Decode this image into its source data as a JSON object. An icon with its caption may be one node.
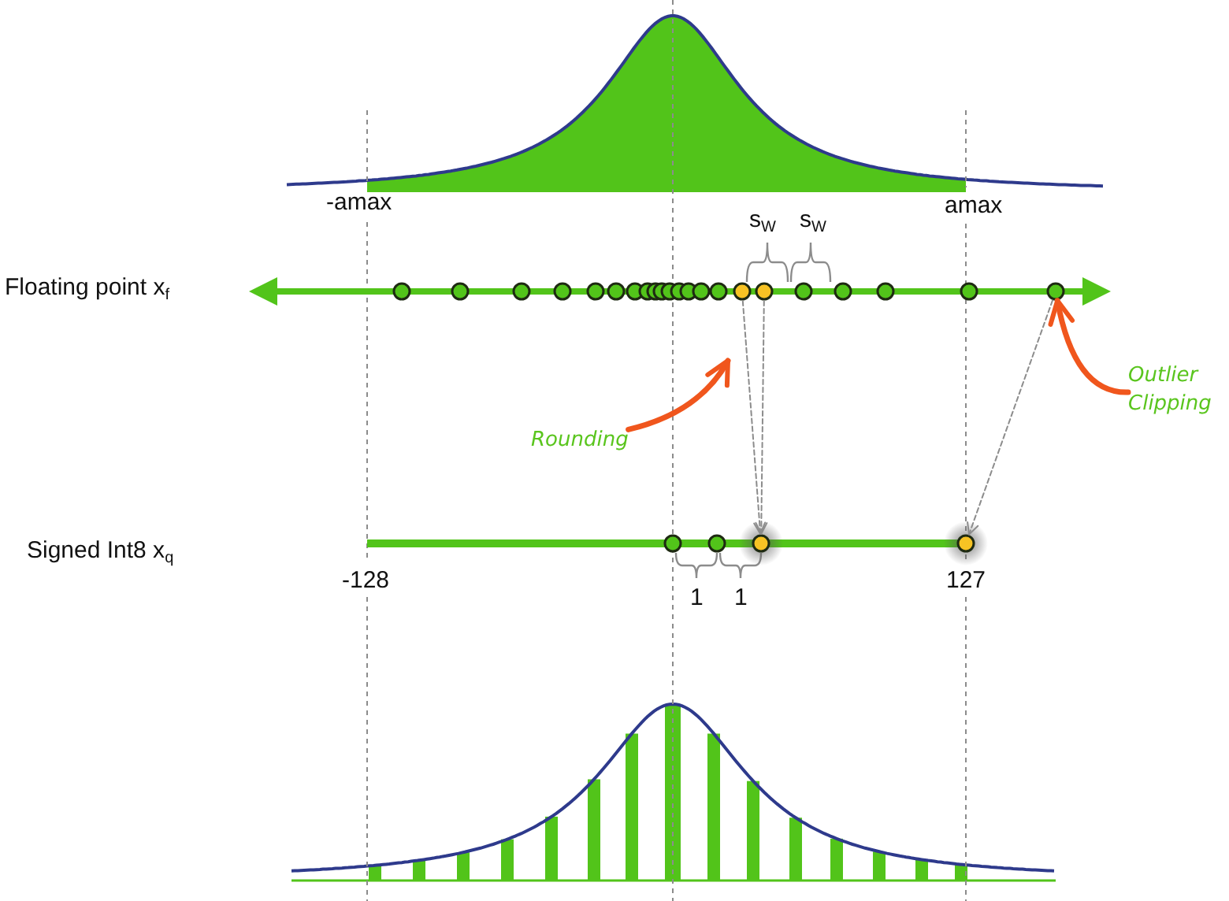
{
  "diagram": {
    "nodes": [
      {
        "text": [],
        "shape": "circle"
      },
      {
        "text": [],
        "shape": "circle"
      },
      {
        "text": [],
        "shape": "circle"
      },
      {
        "text": [],
        "shape": "circle"
      },
      {
        "text": [],
        "shape": "circle"
      },
      {
        "text": [],
        "shape": "circle"
      },
      {
        "text": [],
        "shape": "circle"
      },
      {
        "text": [],
        "shape": "circle"
      },
      {
        "text": [],
        "shape": "circle"
      },
      {
        "text": [],
        "shape": "circle"
      },
      {
        "text": [],
        "shape": "circle"
      },
      {
        "text": [],
        "shape": "circle"
      },
      {
        "text": [],
        "shape": "circle"
      },
      {
        "text": [],
        "shape": "circle"
      },
      {
        "text": [],
        "shape": "circle"
      },
      {
        "text": [],
        "shape": "circle"
      },
      {
        "text": [],
        "shape": "circle"
      },
      {
        "text": [],
        "shape": "circle"
      },
      {
        "text": [],
        "shape": "circle"
      },
      {
        "text": [],
        "shape": "circle"
      },
      {
        "text": [],
        "shape": "circle"
      },
      {
        "text": [],
        "shape": "circle"
      },
      {
        "text": [
          "Outlier Clipping"
        ]
      },
      {
        "text": [
          "Rounding"
        ]
      },
      {
        "text": [],
        "shape": "circle"
      },
      {
        "text": [],
        "shape": "circle"
      },
      {
        "text": [],
        "shape": "circle"
      },
      {
        "text": [],
        "shape": "circle"
      }
    ],
    "edges": [
      {
        "from": 15,
        "to": 26,
        "arrow": "to",
        "style": "dashed"
      },
      {
        "from": 16,
        "to": 26,
        "arrow": "to",
        "style": "dashed"
      },
      {
        "from": 21,
        "to": 27,
        "arrow": "to",
        "style": "dashed"
      },
      {
        "from": 22,
        "to": 21,
        "arrow": "to",
        "style": "thick",
        "color": "#f0561d"
      },
      {
        "from": 23,
        "to": null,
        "arrow": "to",
        "style": "thick",
        "color": "#f0561d"
      }
    ],
    "labels": [
      "-amax",
      "amax",
      "s$_{W}$",
      "s$_{W}$",
      "Floating point x$_{f}$",
      "Signed Int8 x$_{q}$",
      "-128",
      "127",
      "1",
      "1"
    ]
  }
}
